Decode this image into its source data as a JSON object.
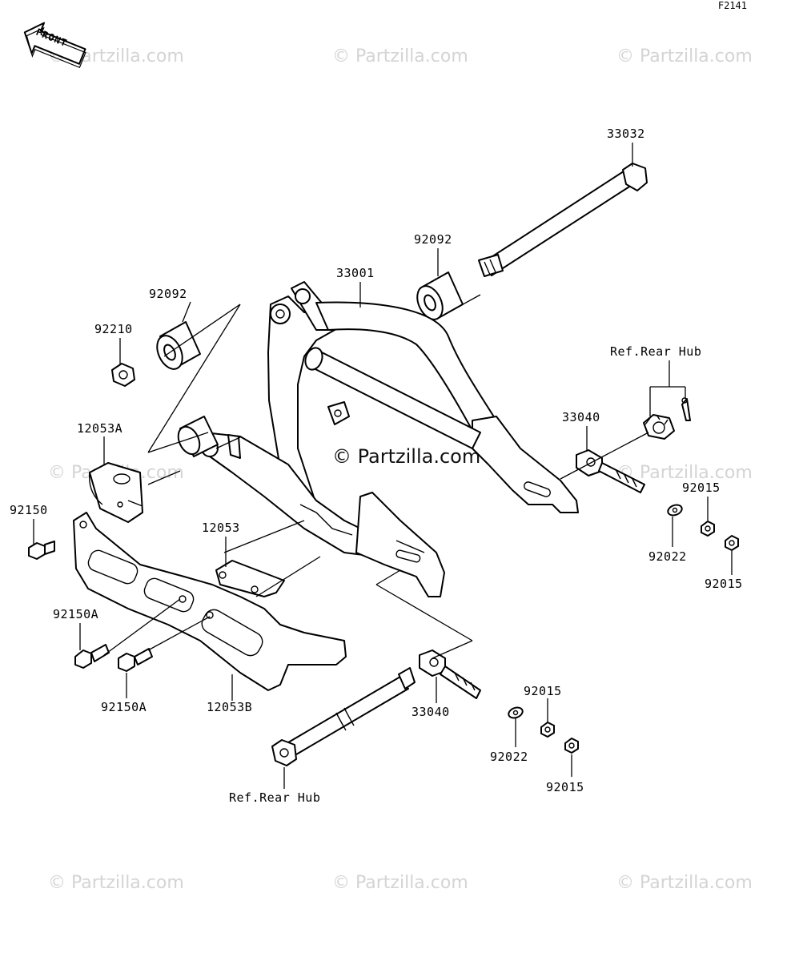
{
  "figure_code": "F2141",
  "front_arrow_text": "FRONT",
  "watermark_text": "© Partzilla.com",
  "center_watermark_text": "© Partzilla.com",
  "callouts": {
    "c33032": "33032",
    "c92092_right": "92092",
    "c33001": "33001",
    "c92092_left": "92092",
    "c92210": "92210",
    "c12053A": "12053A",
    "c92150": "92150",
    "c12053": "12053",
    "c92150A_1": "92150A",
    "c92150A_2": "92150A",
    "c12053B": "12053B",
    "ref_rear_hub_top": "Ref.Rear Hub",
    "c33040_top": "33040",
    "c92015_a": "92015",
    "c92022_top": "92022",
    "c92015_b": "92015",
    "c33040_bottom": "33040",
    "c92015_c": "92015",
    "c92022_bottom": "92022",
    "c92015_d": "92015",
    "ref_rear_hub_bottom": "Ref.Rear Hub"
  }
}
